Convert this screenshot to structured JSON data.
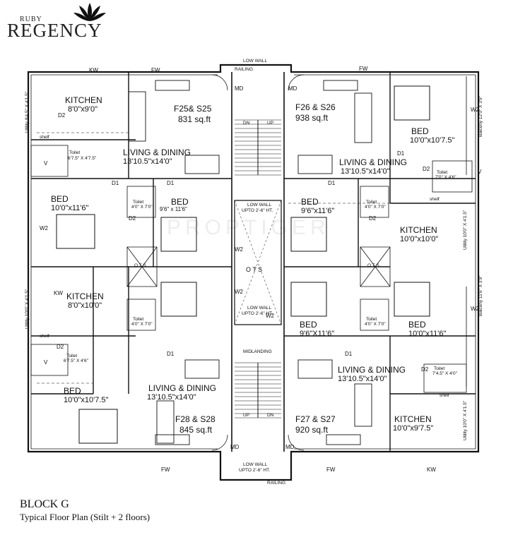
{
  "brand": {
    "small": "RUBY",
    "name": "REGENCY",
    "logo_icon": "lotus-icon"
  },
  "watermark": "PROPTIGER",
  "units": {
    "f25": {
      "name": "F25& S25",
      "area": "831 sq.ft"
    },
    "f26": {
      "name": "F26 & S26",
      "area": "938 sq.ft"
    },
    "f28": {
      "name": "F28 & S28",
      "area": "845 sq.ft"
    },
    "f27": {
      "name": "F27 & S27",
      "area": "920 sq.ft"
    }
  },
  "rooms": {
    "kitchen_tl": {
      "name": "KITCHEN",
      "dim": "8'0\"x9'0\""
    },
    "kitchen_ml": {
      "name": "KITCHEN",
      "dim": "8'0\"x10'0\""
    },
    "kitchen_mr": {
      "name": "KITCHEN",
      "dim": "10'0\"x10'0\""
    },
    "kitchen_br": {
      "name": "KITCHEN",
      "dim": "10'0\"x9'7.5\""
    },
    "living_tl": {
      "name": "LIVING & DINING",
      "dim": "13'10.5\"x14'0\""
    },
    "living_tr": {
      "name": "LIVING & DINING",
      "dim": "13'10.5\"x14'0\""
    },
    "living_bl": {
      "name": "LIVING & DINING",
      "dim": "13'10.5\"x14'0\""
    },
    "living_br": {
      "name": "LIVING & DINING",
      "dim": "13'10.5\"x14'0\""
    },
    "bed_tr": {
      "name": "BED",
      "dim": "10'0\"x10'7.5\""
    },
    "bed_l1": {
      "name": "BED",
      "dim": "10'0\"x11'6\""
    },
    "bed_l2": {
      "name": "BED",
      "dim": "9'6\" x 11'6\""
    },
    "bed_r1": {
      "name": "BED",
      "dim": "9'6\"x11'6\""
    },
    "bed_r2": {
      "name": "BED",
      "dim": "9'6\"X11'6\""
    },
    "bed_r3": {
      "name": "BED",
      "dim": "10'0\"x11'6\""
    },
    "bed_bl": {
      "name": "BED",
      "dim": "10'0\"x10'7.5\""
    }
  },
  "small": {
    "kw": "KW",
    "fw": "FW",
    "md": "MD",
    "d1": "D1",
    "d2": "D2",
    "w2": "W2",
    "v": "V",
    "ots": "O T S",
    "railing": "RAILING",
    "low_wall": "LOW WALL",
    "low_wall_h": "UPTO 2'-6\" HT.",
    "mid_landing": "MIDLANDING",
    "up": "UP",
    "dn": "DN",
    "shelf": "shelf",
    "toilet": "Toilet",
    "toilet_a": "6'7.5\" X 4'7.5\"",
    "toilet_b": "4'0\" X 7'0\"",
    "toilet_c": "7'0\" X 4'6\"",
    "toilet_d": "6'7.5\" X 4'6\"",
    "toilet_e": "7'4.5\" X 4'0\"",
    "utility_a": "Utility 9'4.5\" X 4'1.5\"",
    "utility_b": "Utility 10'0\" X 4'1.5\"",
    "utility_c": "Utility 10'0\" X 4'1.5\"",
    "utility_d": "Utility 10'0\" X 4'1.5\"",
    "balcony_a": "Balcony 12'0\" X 3'9\"",
    "balcony_b": "Balcony 11'6\" X 3'9\""
  },
  "caption": {
    "block": "BLOCK G",
    "plan": "Typical Floor Plan (Stilt + 2 floors)"
  }
}
